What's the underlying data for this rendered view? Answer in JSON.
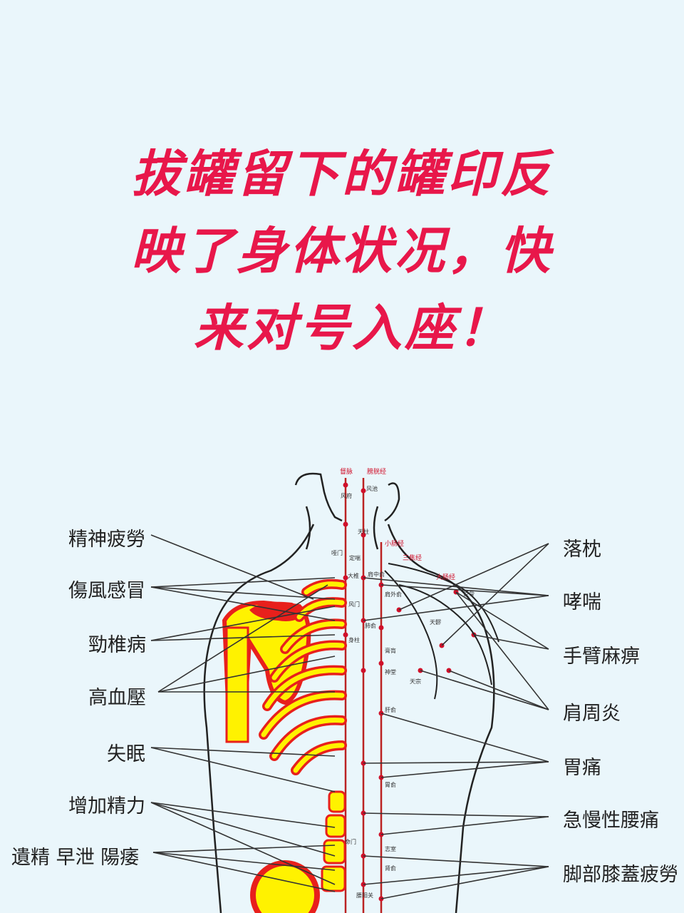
{
  "headline": {
    "line1": "拔罐留下的罐印反",
    "line2": "映了身体状况，快",
    "line3": "来对号入座！"
  },
  "diagram": {
    "left_labels": [
      "精神疲勞",
      "傷風感冒",
      "勁椎病",
      "高血壓",
      "失眠",
      "增加精力",
      "遺精 早泄 陽痿"
    ],
    "right_labels": [
      "落枕",
      "哮喘",
      "手臂麻痹",
      "肩周炎",
      "胃痛",
      "急慢性腰痛",
      "脚部膝蓋疲勞"
    ],
    "meridians": [
      "督脉",
      "膀胱经",
      "小肠经",
      "三焦经",
      "大肠经"
    ],
    "acupoints": [
      "风府",
      "风池",
      "天柱",
      "哑门",
      "定喘",
      "大椎",
      "肩中俞",
      "巨骨",
      "风门",
      "肩外俞",
      "肺俞",
      "天髎",
      "身柱",
      "膏肓",
      "神堂",
      "天宗",
      "肝俞",
      "胃俞",
      "命门",
      "志室",
      "肾俞",
      "腰阳关"
    ],
    "colors": {
      "bone_fill": "#fff200",
      "bone_edge": "#e8201c",
      "line": "#222222",
      "text": "#e8174a"
    }
  }
}
